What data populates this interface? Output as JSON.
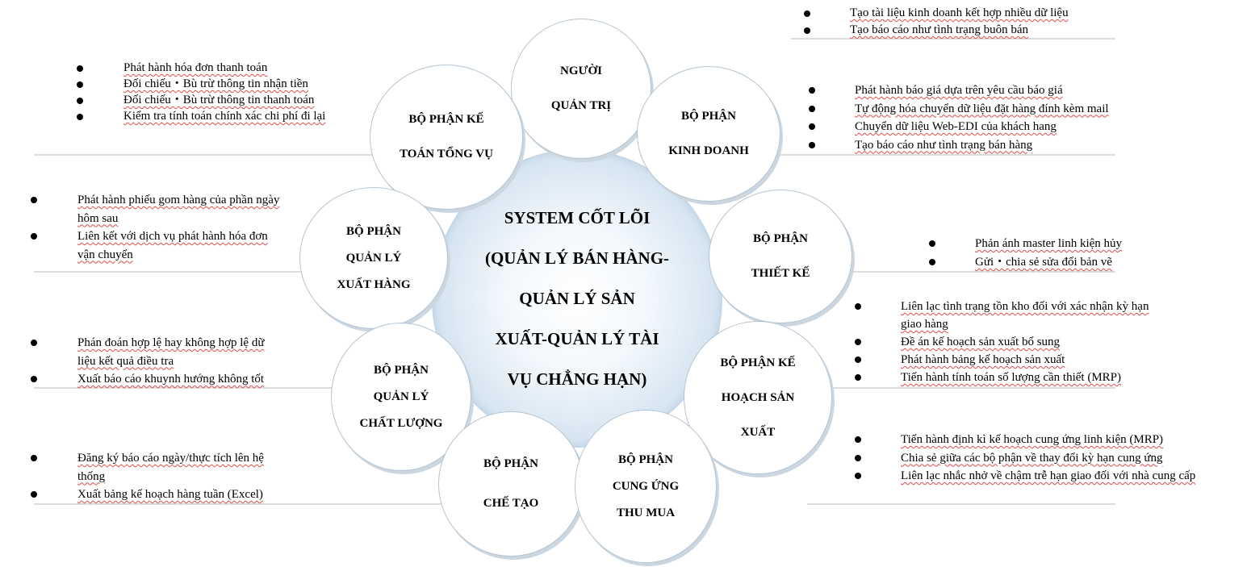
{
  "center": {
    "lines": [
      "SYSTEM CỐT LÕI",
      "(QUẢN LÝ BÁN HÀNG-",
      "QUẢN LÝ SẢN",
      "XUẤT-QUẢN LÝ TÀI",
      "VỤ CHẲNG HẠN)"
    ]
  },
  "departments": [
    {
      "id": "admin",
      "lines": [
        "NGƯỜI",
        "QUẢN TRỊ"
      ]
    },
    {
      "id": "sales",
      "lines": [
        "BỘ PHẬN",
        "KINH DOANH"
      ]
    },
    {
      "id": "design",
      "lines": [
        "BỘ PHẬN",
        "THIẾT KẾ"
      ]
    },
    {
      "id": "planning",
      "lines": [
        "BỘ PHẬN KẾ",
        "HOẠCH SẢN",
        "XUẤT"
      ]
    },
    {
      "id": "procurement",
      "lines": [
        "BỘ PHẬN",
        "CUNG ỨNG",
        "THU MUA"
      ]
    },
    {
      "id": "manufacturing",
      "lines": [
        "BỘ PHẬN",
        "CHẾ TẠO"
      ]
    },
    {
      "id": "quality",
      "lines": [
        "BỘ PHẬN",
        "QUẢN LÝ",
        "CHẤT LƯỢNG"
      ]
    },
    {
      "id": "shipping",
      "lines": [
        "BỘ PHẬN",
        "QUẢN LÝ",
        "XUẤT HÀNG"
      ]
    },
    {
      "id": "accounting",
      "lines": [
        "BỘ PHẬN KẾ",
        "TOÁN TỔNG VỤ"
      ]
    }
  ],
  "notes": {
    "admin": [
      "Tạo tài liệu kinh doanh kết hợp nhiều dữ liệu",
      "Tạo báo cáo như tình trạng buôn bán"
    ],
    "sales": [
      "Phát hành báo giá dựa trên yêu cầu báo giá",
      "Tự động hóa chuyển dữ liệu đặt hàng đính kèm mail",
      "Chuyển dữ liệu Web-EDI của khách hang",
      "Tạo báo cáo như tình trạng bán hàng"
    ],
    "design": [
      "Phản ánh master linh kiện hủy",
      "Gửi・chia sẻ sửa đổi bản vẽ"
    ],
    "planning": [
      "Liên lạc tình trạng tồn kho đối với xác nhận kỳ hạn giao hàng",
      "Đề án kế hoạch sản xuất bổ sung",
      "Phát hành bảng kế hoạch sản xuất",
      "Tiến hành tính toán số lượng cần thiết (MRP)"
    ],
    "procurement": [
      "Tiến hành định kì kế hoạch cung ứng linh kiện (MRP)",
      "Chia sẻ giữa các bộ phận về thay đổi kỳ hạn cung ứng",
      "Liên lạc nhắc nhở về chậm trễ hạn giao đối với nhà cung cấp"
    ],
    "accounting": [
      "Phát hành hóa đơn thanh toán",
      "Đối chiếu・Bù trừ thông tin nhận tiền",
      "Đối chiếu・Bù trừ thông tin thanh toán",
      "Kiểm tra tính toán chính xác chi phí đi lại"
    ],
    "shipping": [
      "Phát hành phiếu gom hàng của phần ngày hôm sau",
      "Liên kết với dịch vụ phát hành hóa đơn vận chuyển"
    ],
    "quality": [
      "Phán đoán hợp lệ hay không hợp lệ dữ liệu kết quả điều tra",
      "Xuất báo cáo khuynh hướng không tốt"
    ],
    "manufacturing": [
      "Đăng ký báo cáo ngày/thực tích lên hệ thống",
      "Xuất bảng kế hoạch hàng tuần (Excel)"
    ]
  }
}
